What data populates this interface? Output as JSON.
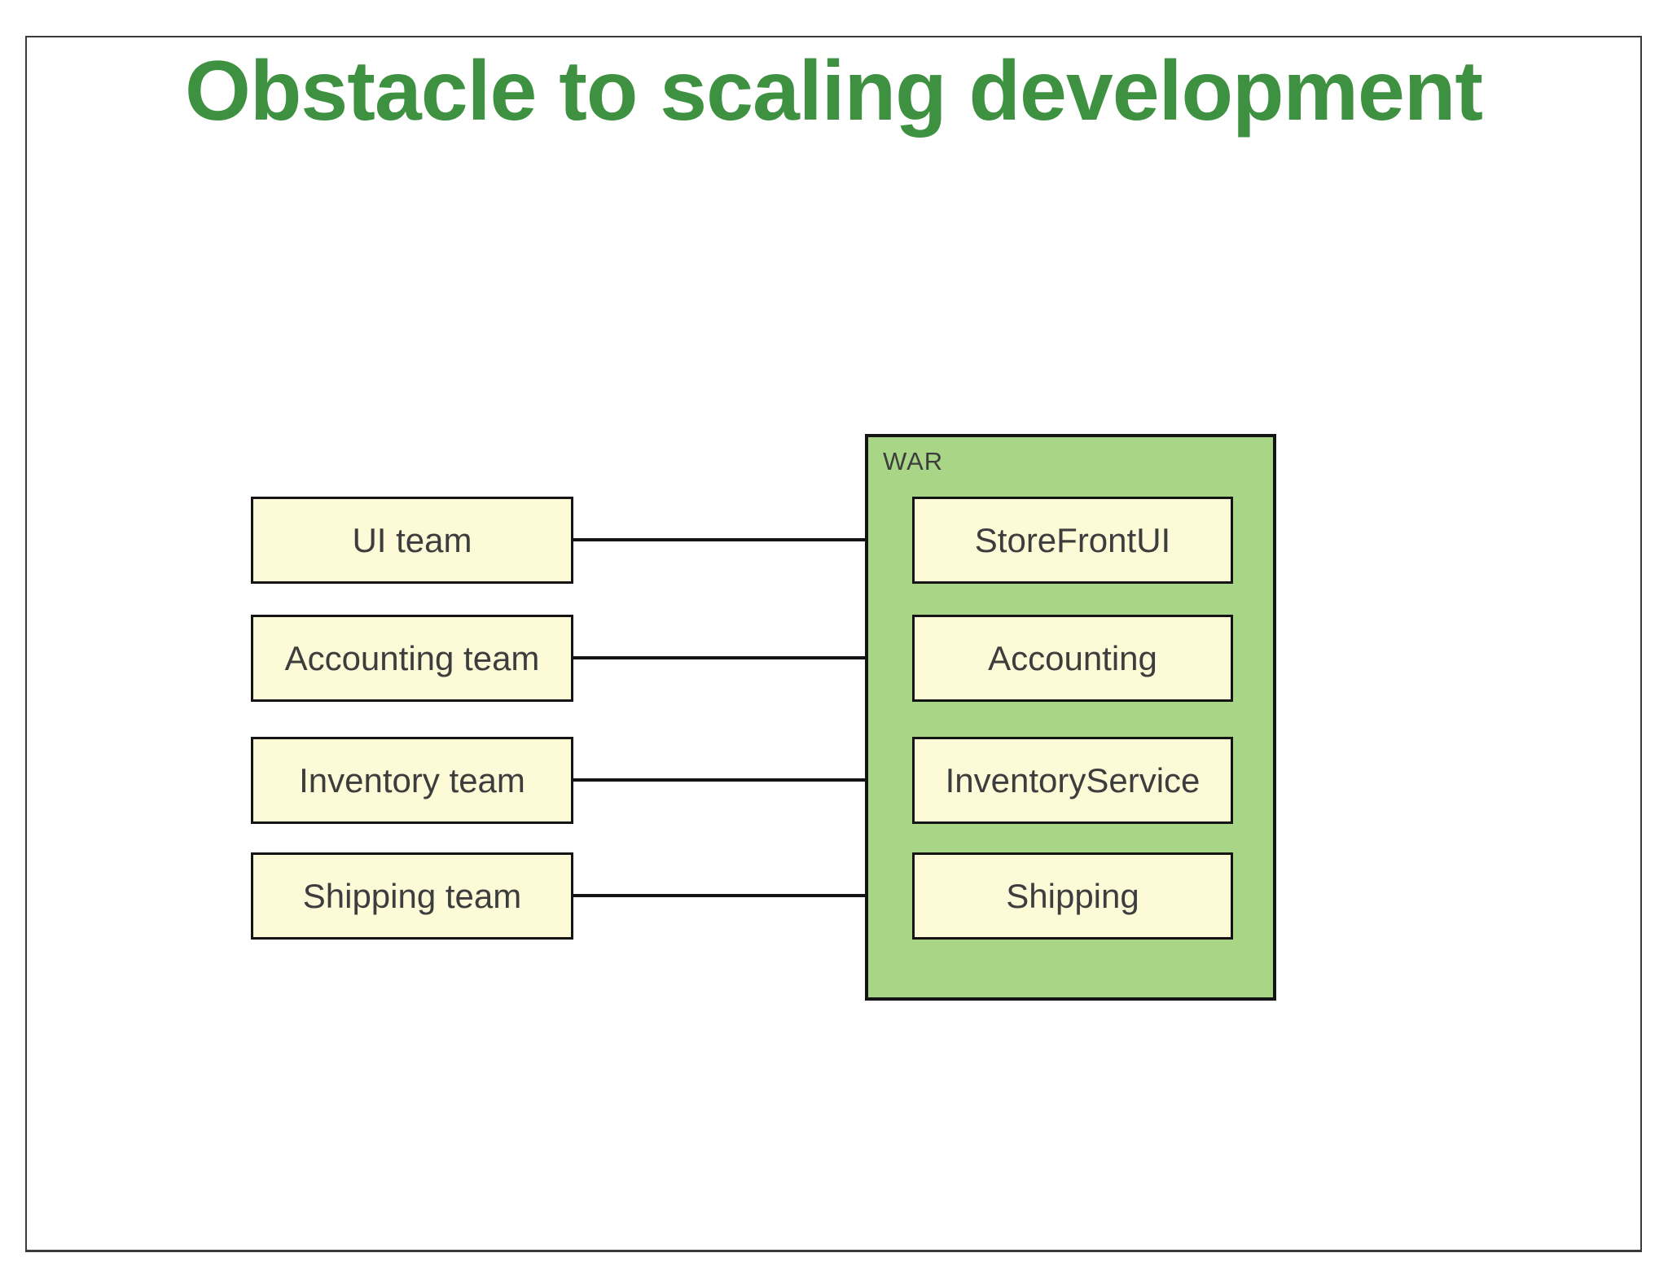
{
  "slide": {
    "title": "Obstacle to scaling development"
  },
  "diagram": {
    "teams": [
      {
        "label": "UI team"
      },
      {
        "label": "Accounting team"
      },
      {
        "label": "Inventory team"
      },
      {
        "label": "Shipping team"
      }
    ],
    "war": {
      "label": "WAR",
      "modules": [
        {
          "label": "StoreFrontUI"
        },
        {
          "label": "Accounting"
        },
        {
          "label": "InventoryService"
        },
        {
          "label": "Shipping"
        }
      ]
    },
    "connections": [
      {
        "from": "UI team",
        "to": "StoreFrontUI"
      },
      {
        "from": "Accounting team",
        "to": "Accounting"
      },
      {
        "from": "Inventory team",
        "to": "InventoryService"
      },
      {
        "from": "Shipping team",
        "to": "Shipping"
      }
    ]
  },
  "colors": {
    "title_green": "#3d9140",
    "war_fill": "#a8d686",
    "box_fill": "#fcfad7",
    "line_black": "#141414",
    "label_gray": "#3d3d3d"
  }
}
